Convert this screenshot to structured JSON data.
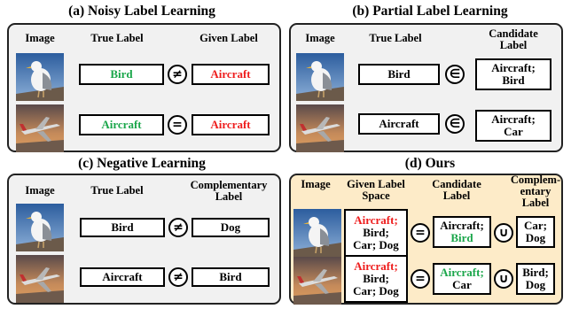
{
  "panels": {
    "a": {
      "title": "(a)  Noisy Label Learning",
      "headers": {
        "image": "Image",
        "true": "True Label",
        "given": "Given Label"
      },
      "rows": [
        {
          "true": "Bird",
          "relation": "≠",
          "given": "Aircraft"
        },
        {
          "true": "Aircraft",
          "relation": "=",
          "given": "Aircraft"
        }
      ]
    },
    "b": {
      "title": "(b)  Partial Label Learning",
      "headers": {
        "image": "Image",
        "true": "True  Label",
        "candidate_1": "Candidate",
        "candidate_2": "Label"
      },
      "rows": [
        {
          "true": "Bird",
          "relation": "∈",
          "cand_1": "Aircraft;",
          "cand_2": "Bird"
        },
        {
          "true": "Aircraft",
          "relation": "∈",
          "cand_1": "Aircraft;",
          "cand_2": "Car"
        }
      ]
    },
    "c": {
      "title": "(c)  Negative Learning",
      "headers": {
        "image": "Image",
        "true": "True Label",
        "comp_1": "Complementary",
        "comp_2": "Label"
      },
      "rows": [
        {
          "true": "Bird",
          "relation": "≠",
          "comp": "Dog"
        },
        {
          "true": "Aircraft",
          "relation": "≠",
          "comp": "Bird"
        }
      ]
    },
    "d": {
      "title": "(d)  Ours",
      "headers": {
        "image": "Image",
        "space_1": "Given Label",
        "space_2": "Space",
        "cand_1": "Candidate",
        "cand_2": "Label",
        "comp_1": "Complem-",
        "comp_2": "entary",
        "comp_3": "Label"
      },
      "rows": [
        {
          "space_1": "Aircraft;",
          "space_2": "Bird;",
          "space_3": "Car; Dog",
          "rel1": "=",
          "cand_1": "Aircraft;",
          "cand_2": "Bird",
          "rel2": "∪",
          "comp_1": "Car;",
          "comp_2": "Dog"
        },
        {
          "space_1": "Aircraft;",
          "space_2": "Bird;",
          "space_3": "Car; Dog",
          "rel1": "=",
          "cand_1": "Aircraft;",
          "cand_2": "Car",
          "rel2": "∪",
          "comp_1": "Bird;",
          "comp_2": "Dog"
        }
      ]
    }
  },
  "colors": {
    "correct": "#1aa64a",
    "noisy": "#ee1c1c",
    "panel_bg": "#f1f1f1",
    "ours_bg": "#fdebc8"
  },
  "images": [
    "seagull-photo",
    "airplane-photo"
  ]
}
